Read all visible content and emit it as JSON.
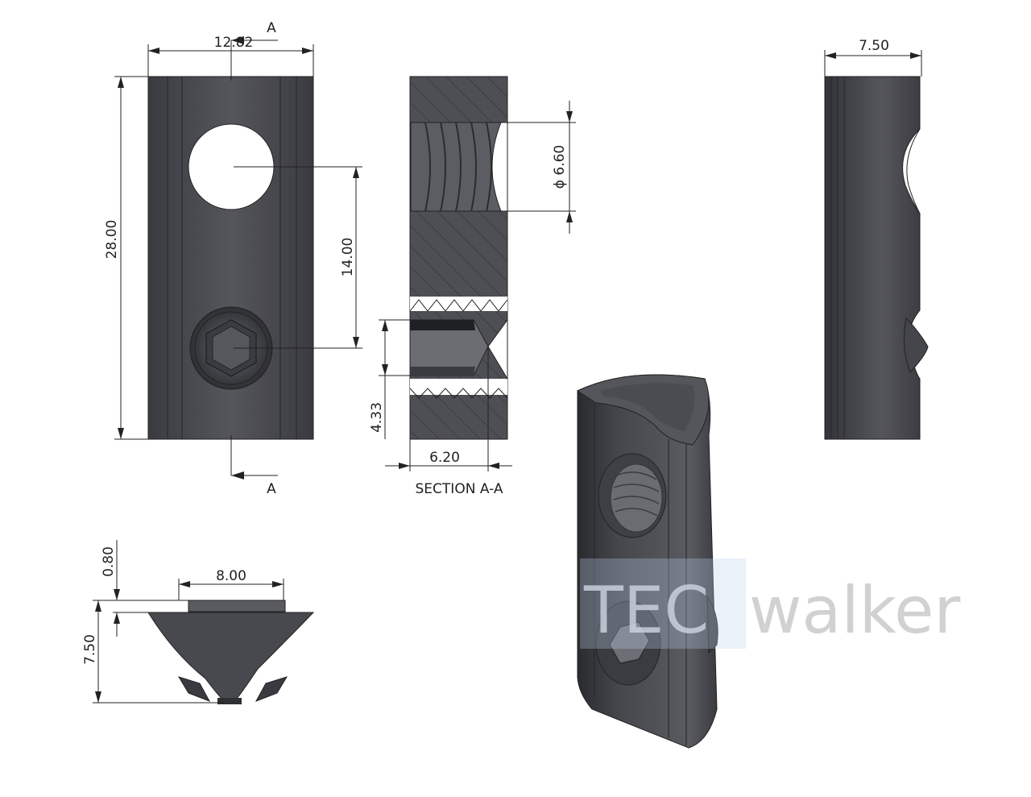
{
  "dimensions": {
    "width_top": "12.82",
    "height_front": "28.00",
    "hole_spacing": "14.00",
    "thread_diameter": "6.60",
    "bore_depth": "4.33",
    "bore_length": "6.20",
    "side_width": "7.50",
    "flange_thickness": "0.80",
    "top_width": "8.00",
    "end_height": "7.50"
  },
  "labels": {
    "section_marker_top": "A",
    "section_marker_bottom": "A",
    "section_title": "SECTION A-A"
  },
  "brand": {
    "part1": "TEC",
    "part2": "walker"
  },
  "colors": {
    "part_fill": "#4a4b51",
    "brand_tec": "#cfd6e4",
    "brand_walker": "#c9c9c9"
  }
}
